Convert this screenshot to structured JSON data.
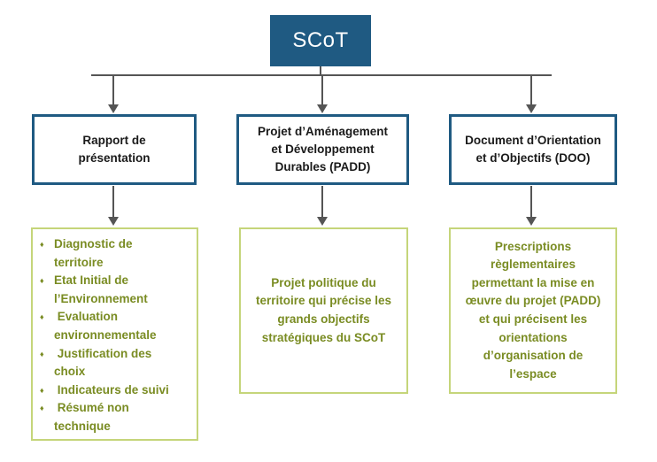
{
  "colors": {
    "primary": "#1f5a82",
    "connector": "#555555",
    "accent_border": "#c5d57a",
    "accent_text": "#7a8c23"
  },
  "root": {
    "label": "SCoT"
  },
  "columns": [
    {
      "title": "Rapport de\nprésentation",
      "items": [
        "Diagnostic de\nterritoire",
        "Etat Initial de\nl’Environnement",
        " Evaluation\nenvironnementale",
        " Justification des\nchoix",
        " Indicateurs de suivi",
        " Résumé non\ntechnique"
      ]
    },
    {
      "title": "Projet d’Aménagement\net Développement\nDurables (PADD)",
      "description": "Projet politique du\nterritoire qui précise les\ngrands objectifs\nstratégiques du SCoT"
    },
    {
      "title": "Document d’Orientation\net d’Objectifs (DOO)",
      "description": "Prescriptions\nrèglementaires\npermettant la mise en\nœuvre du projet (PADD)\net qui précisent les\norientations\nd’organisation de\nl’espace"
    }
  ]
}
